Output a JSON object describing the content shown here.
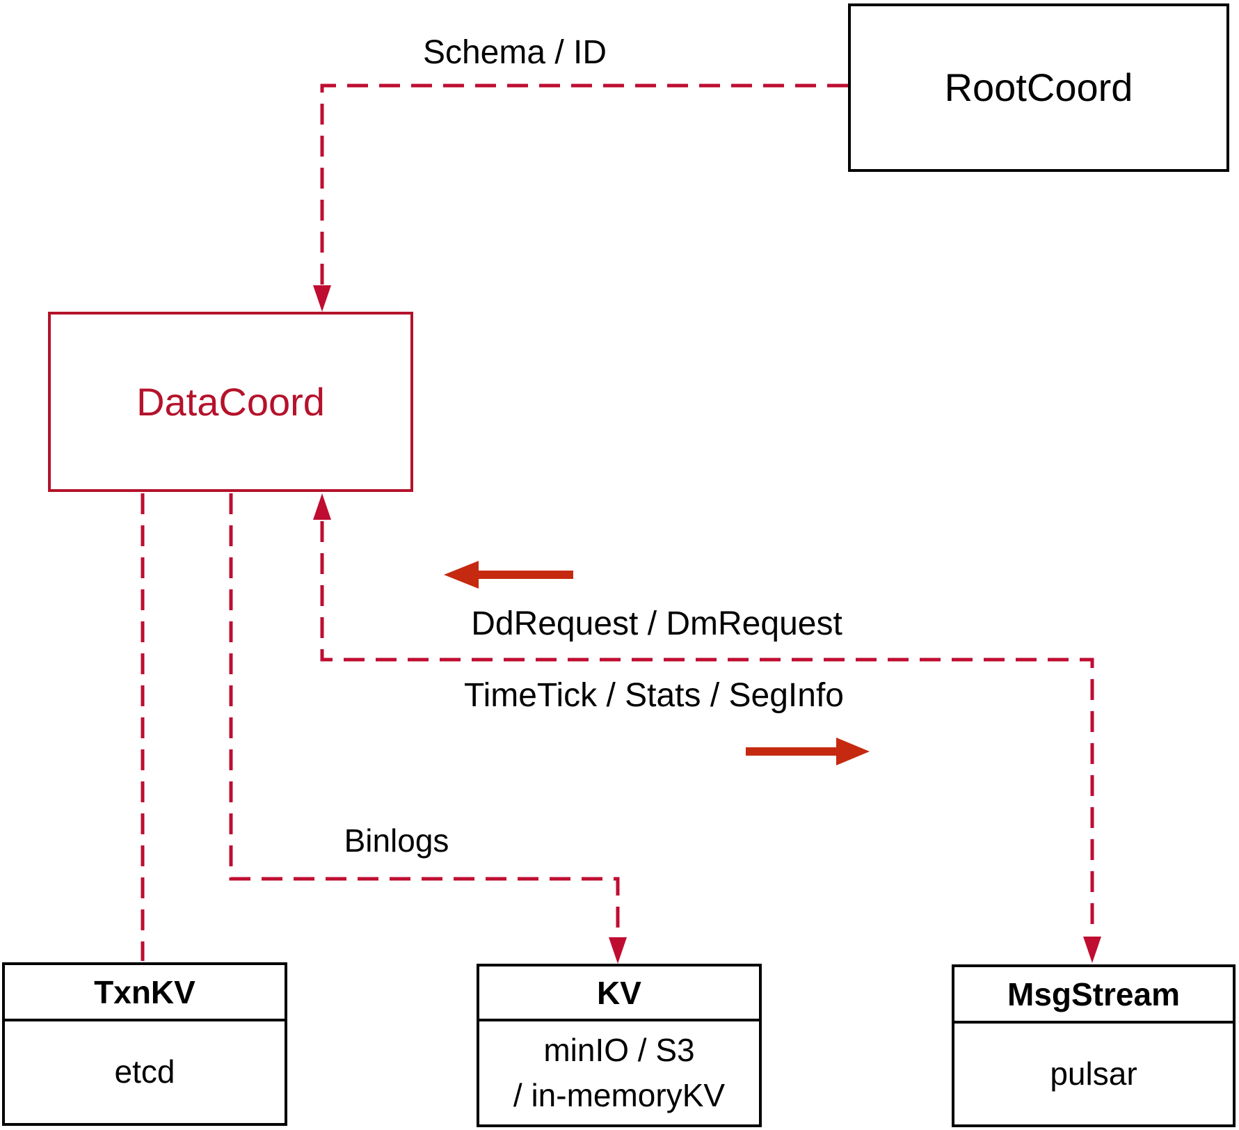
{
  "diagram": {
    "nodes": {
      "rootcoord": {
        "label": "RootCoord"
      },
      "datacoord": {
        "label": "DataCoord"
      },
      "txnkv": {
        "title": "TxnKV",
        "body": "etcd"
      },
      "kv": {
        "title": "KV",
        "body_line1": "minIO / S3",
        "body_line2": "/ in-memoryKV"
      },
      "msgstream": {
        "title": "MsgStream",
        "body": "pulsar"
      }
    },
    "edges": {
      "schema_id": {
        "label": "Schema / ID"
      },
      "dd_dm": {
        "label": "DdRequest / DmRequest"
      },
      "timetick": {
        "label": "TimeTick / Stats / SegInfo"
      },
      "binlogs": {
        "label": "Binlogs"
      }
    },
    "colors": {
      "crimson": "#bf0d31",
      "datacoord_red": "#b5122b",
      "arrow_red": "#c52a10",
      "ink": "#000000"
    }
  }
}
